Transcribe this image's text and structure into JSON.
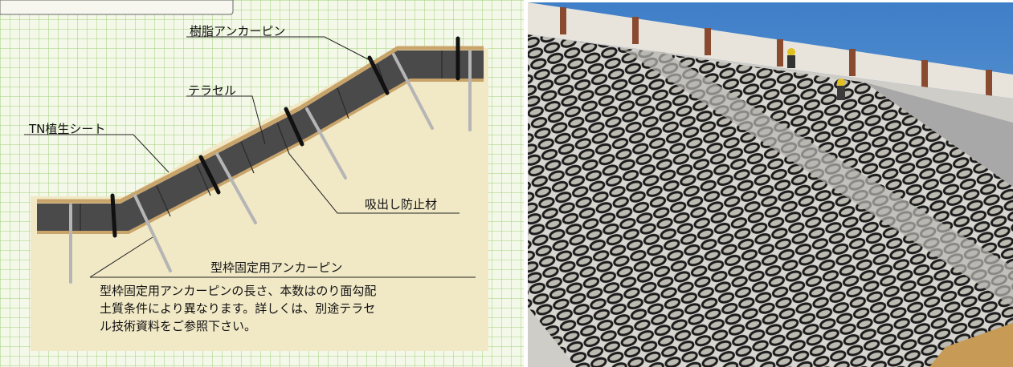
{
  "diagram": {
    "labels": {
      "resin_pin": "樹脂アンカーピン",
      "terracell": "テラセル",
      "tn_sheet": "TN植生シート",
      "anti_outflow": "吸出し防止材",
      "form_pin": "型枠固定用アンカーピン"
    },
    "note_lines": [
      "型枠固定用アンカーピンの長さ、本数はのり面勾配",
      "土質条件により異なります。詳しくは、別途テラセ",
      "ル技術資料をご参照下さい。"
    ]
  },
  "colors": {
    "grid": "#9fd07a",
    "paper": "#f4f8e8",
    "soil": "#f1e9c6",
    "cell": "#4a4a4a",
    "sheet": "#c9a46a",
    "pin": "#b5b5b5"
  }
}
